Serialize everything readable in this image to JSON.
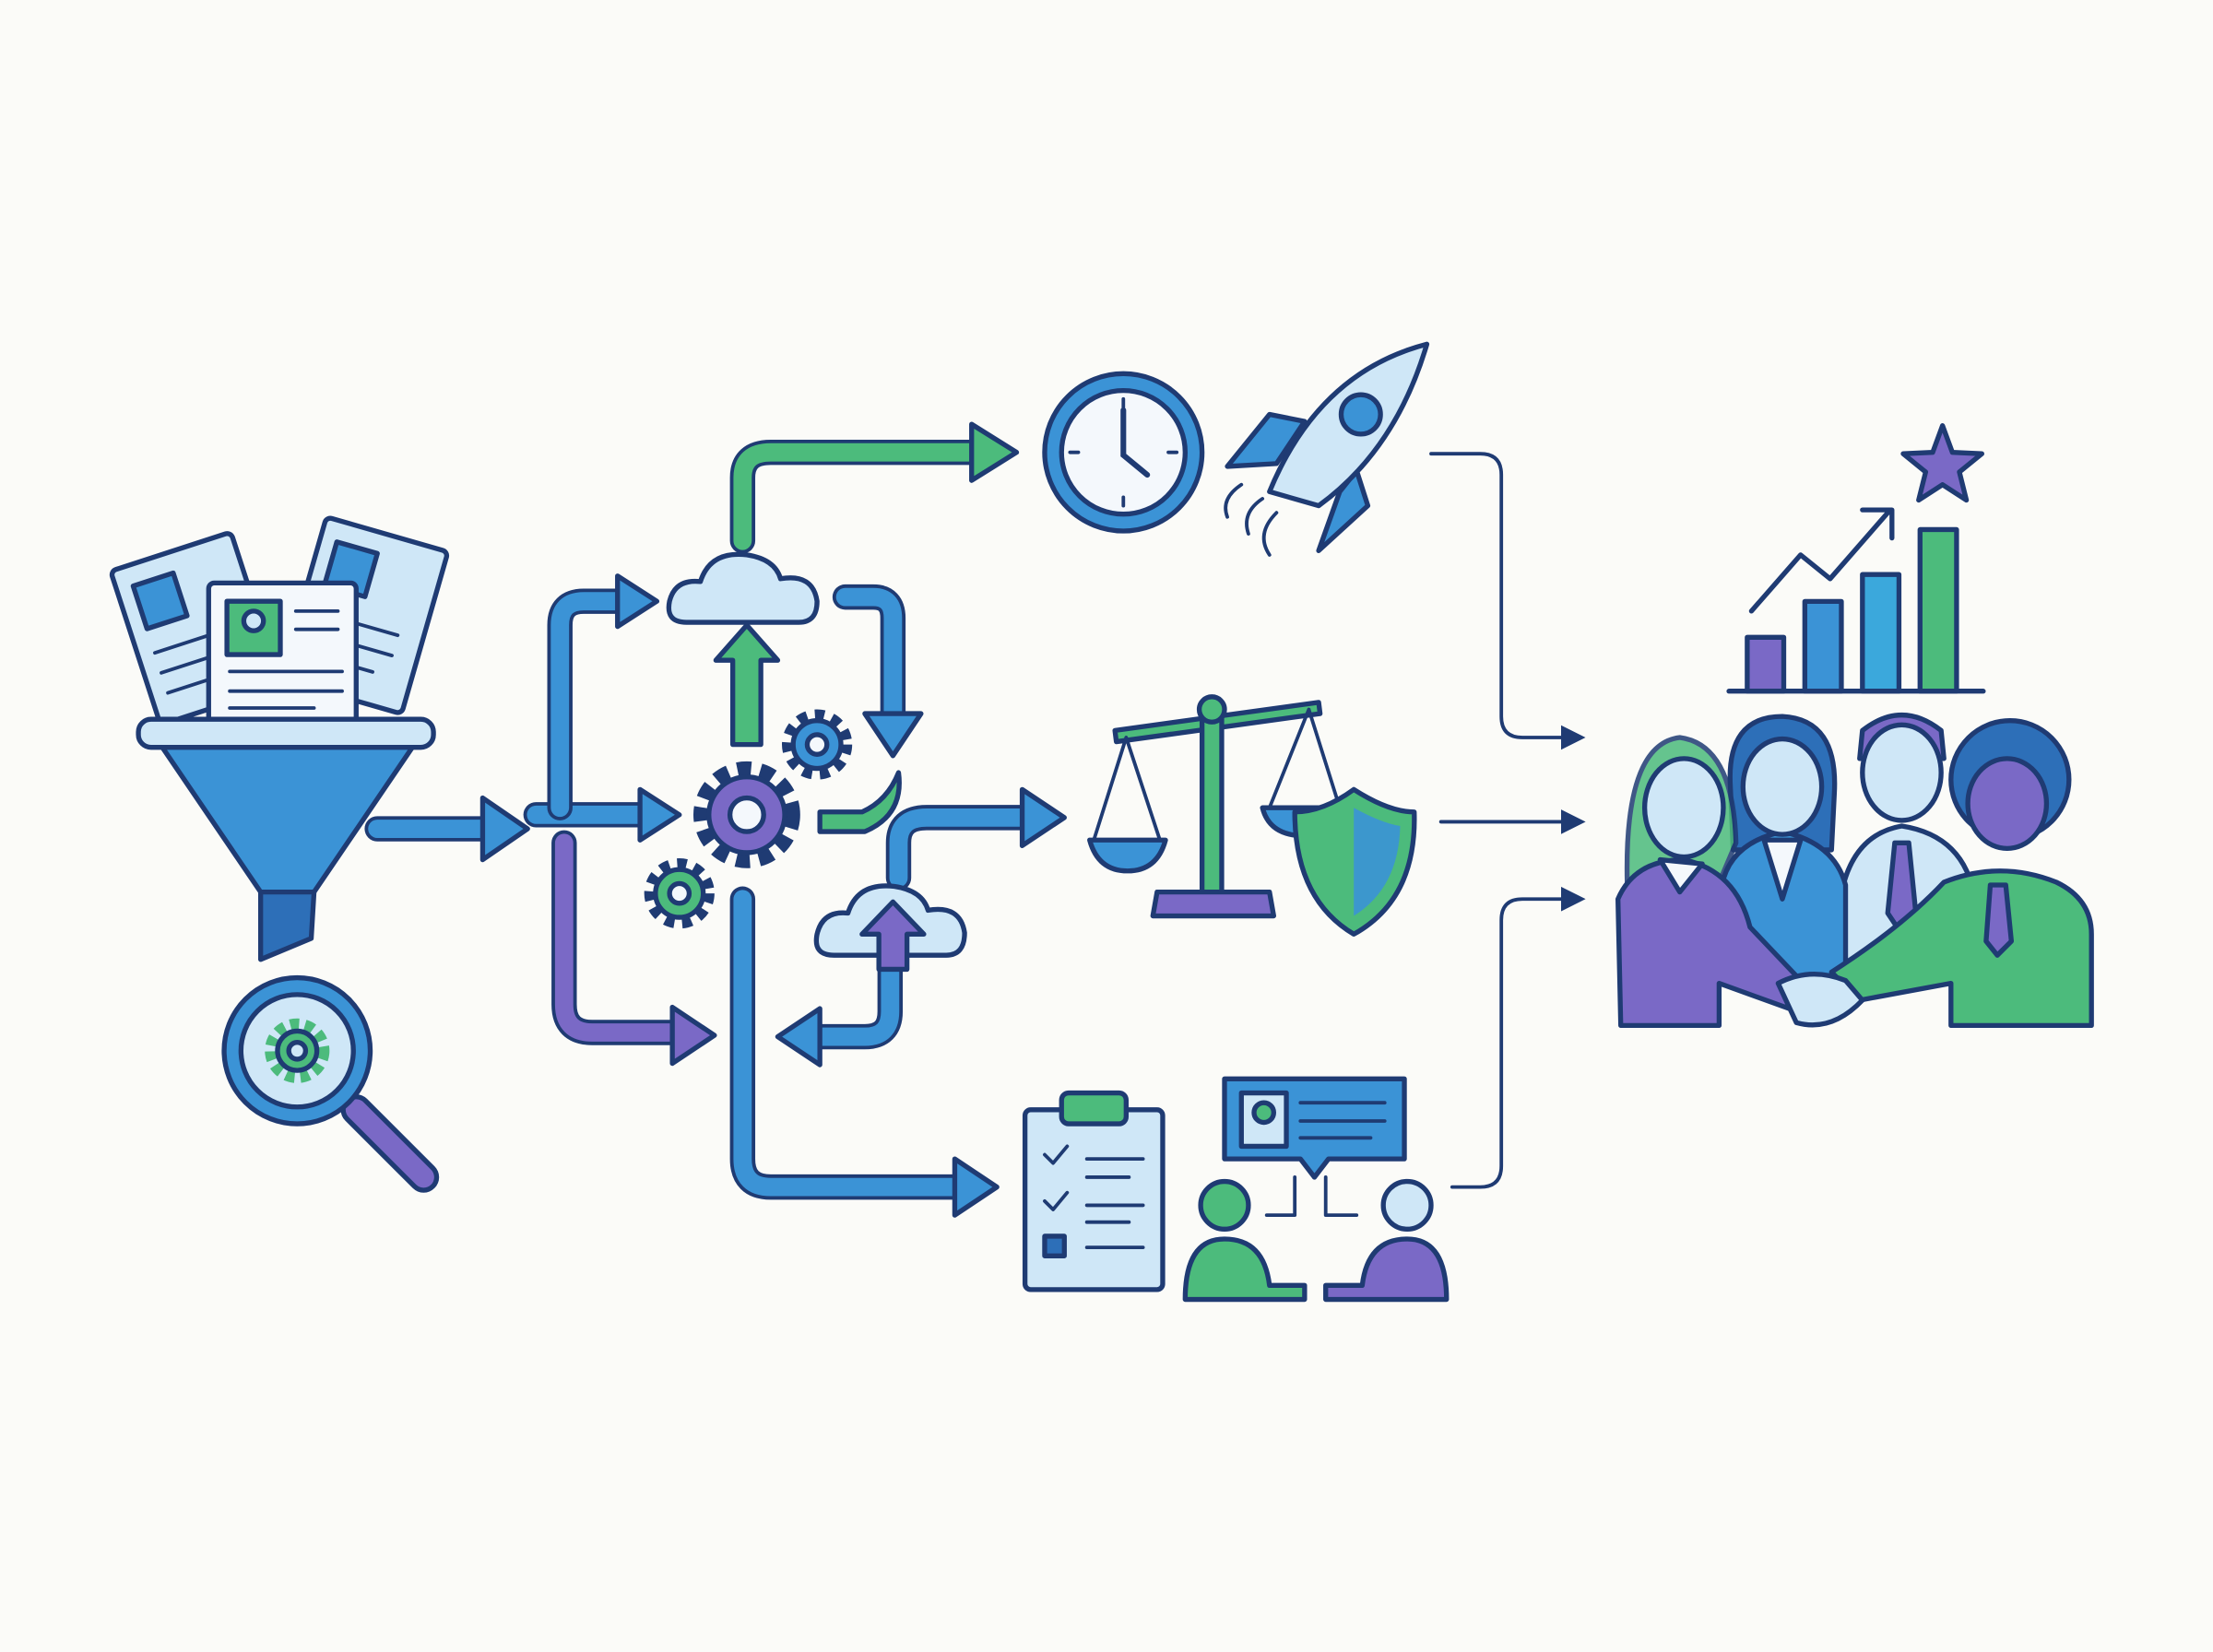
{
  "diagram": {
    "style": "flat line-art illustration, no text",
    "colors": {
      "background": "#fbfbf8",
      "navy": "#1f3b73",
      "blue": "#3b93d6",
      "dark_blue": "#2d6fb8",
      "green": "#4cbb7c",
      "purple": "#7a69c6",
      "light_blue": "#cfe7f7"
    },
    "nodes": [
      {
        "id": "resumes-funnel",
        "icon": "funnel-with-resumes-icon"
      },
      {
        "id": "search",
        "icon": "magnifier-gear-icon"
      },
      {
        "id": "processing",
        "icon": "gears-clouds-arrows-icon"
      },
      {
        "id": "speed",
        "icon": "clock-icon"
      },
      {
        "id": "launch",
        "icon": "rocket-icon"
      },
      {
        "id": "fairness",
        "icon": "balance-scale-icon"
      },
      {
        "id": "security",
        "icon": "shield-icon"
      },
      {
        "id": "checklist",
        "icon": "clipboard-checklist-icon"
      },
      {
        "id": "interview",
        "icon": "interview-people-chat-icon"
      },
      {
        "id": "growth",
        "icon": "bar-chart-star-icon"
      },
      {
        "id": "team",
        "icon": "team-handshake-icon"
      }
    ],
    "growth_chart": {
      "bars": [
        3,
        5,
        6.5,
        9
      ],
      "bar_colors": [
        "#7a69c6",
        "#3b93d6",
        "#3ba8dc",
        "#4cbb7c"
      ]
    }
  }
}
